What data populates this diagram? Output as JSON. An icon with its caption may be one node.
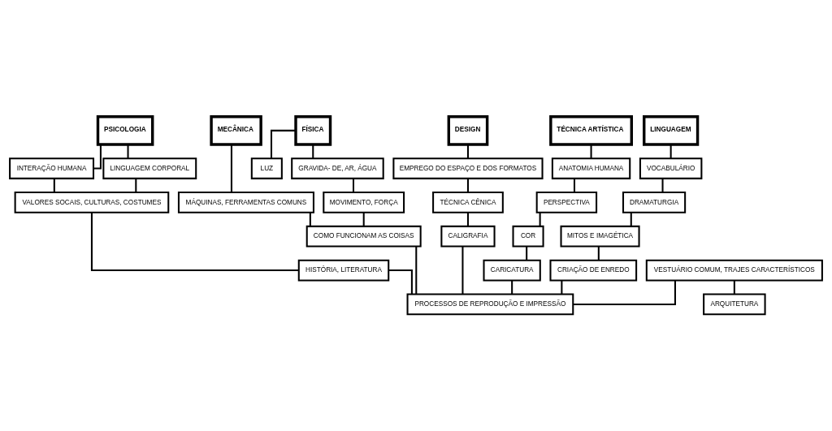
{
  "diagram": {
    "nodes": [
      {
        "text": [
          "PSICOLOGIA"
        ]
      },
      {
        "text": [
          "FÍSICA"
        ]
      },
      {
        "text": [
          "MECÂNICA"
        ]
      },
      {
        "text": [
          "DESIGN"
        ]
      },
      {
        "text": [
          "LINGUAGEM"
        ]
      },
      {
        "text": [
          "TÉCNICA ARTÍSTICA"
        ]
      },
      {
        "text": [
          "INTERAÇÃO HUMANA"
        ]
      },
      {
        "text": [
          "LUZ"
        ]
      },
      {
        "text": [
          "GRAVIDA- DE, AR, ÁGUA"
        ]
      },
      {
        "text": [
          "MÁQUINAS, FERRAMENTAS COMUNS"
        ]
      },
      {
        "text": [
          "LINGUAGEM CORPORAL"
        ]
      },
      {
        "text": [
          "VOCABULÁRIO"
        ]
      },
      {
        "text": [
          "ANATOMIA HUMANA"
        ]
      },
      {
        "text": [
          "EMPREGO DO ESPAÇO E DOS FORMATOS"
        ]
      },
      {
        "text": [
          "DRAMATURGIA"
        ]
      },
      {
        "text": [
          "COMO FUNCIONAM AS COISAS"
        ]
      },
      {
        "text": [
          "VALORES SOCAIS, CULTURAS, COSTUMES"
        ]
      },
      {
        "text": [
          "MOVIMENTO, FORÇA"
        ]
      },
      {
        "text": [
          "TÉCNICA CÊNICA"
        ]
      },
      {
        "text": [
          "MITOS E IMAGÉTICA"
        ]
      },
      {
        "text": [
          "PERSPECTIVA"
        ]
      },
      {
        "text": [
          "COR"
        ]
      },
      {
        "text": [
          "VESTUÁRIO COMUM, TRAJES CARACTERÍSTICOS"
        ]
      },
      {
        "text": [
          "CALIGRAFIA"
        ]
      },
      {
        "text": [
          "CARICATURA"
        ]
      },
      {
        "text": [
          "HISTÓRIA, LITERATURA"
        ]
      },
      {
        "text": [
          "ARQUITETURA"
        ]
      },
      {
        "text": [
          "CRIAÇÃO DE ENREDO"
        ]
      },
      {
        "text": [
          "PROCESSOS DE REPRODUÇÃO E IMPRESSÃO"
        ]
      }
    ],
    "edges": [
      {
        "from": 0,
        "to": 6,
        "arrow": "none"
      },
      {
        "from": 0,
        "to": 10,
        "arrow": "none"
      },
      {
        "from": 1,
        "to": 7,
        "arrow": "none"
      },
      {
        "from": 1,
        "to": 8,
        "arrow": "none"
      },
      {
        "from": 2,
        "to": 9,
        "arrow": "none"
      },
      {
        "from": 3,
        "to": 13,
        "arrow": "none"
      },
      {
        "from": 4,
        "to": 11,
        "arrow": "none"
      },
      {
        "from": 5,
        "to": 12,
        "arrow": "none"
      },
      {
        "from": 6,
        "to": 16,
        "arrow": "none"
      },
      {
        "from": 10,
        "to": 16,
        "arrow": "none"
      },
      {
        "from": 8,
        "to": 17,
        "arrow": "none"
      },
      {
        "from": 9,
        "to": 15,
        "arrow": "none"
      },
      {
        "from": 17,
        "to": 15,
        "arrow": "none"
      },
      {
        "from": 11,
        "to": 14,
        "arrow": "none"
      },
      {
        "from": 12,
        "to": 20,
        "arrow": "none"
      },
      {
        "from": 13,
        "to": 18,
        "arrow": "none"
      },
      {
        "from": 14,
        "to": 19,
        "arrow": "none"
      },
      {
        "from": 20,
        "to": 21,
        "arrow": "none"
      },
      {
        "from": 21,
        "to": 24,
        "arrow": "none"
      },
      {
        "from": 18,
        "to": 23,
        "arrow": "none"
      },
      {
        "from": 19,
        "to": 27,
        "arrow": "none"
      },
      {
        "from": 16,
        "to": 25,
        "arrow": "none"
      },
      {
        "from": 22,
        "to": 26,
        "arrow": "none"
      },
      {
        "from": 15,
        "to": 28,
        "arrow": "none"
      },
      {
        "from": 22,
        "to": 28,
        "arrow": "none"
      },
      {
        "from": 23,
        "to": 28,
        "arrow": "none"
      },
      {
        "from": 25,
        "to": 28,
        "arrow": "none"
      },
      {
        "from": 27,
        "to": 28,
        "arrow": "none"
      },
      {
        "from": 24,
        "to": 28,
        "arrow": "none"
      }
    ]
  }
}
